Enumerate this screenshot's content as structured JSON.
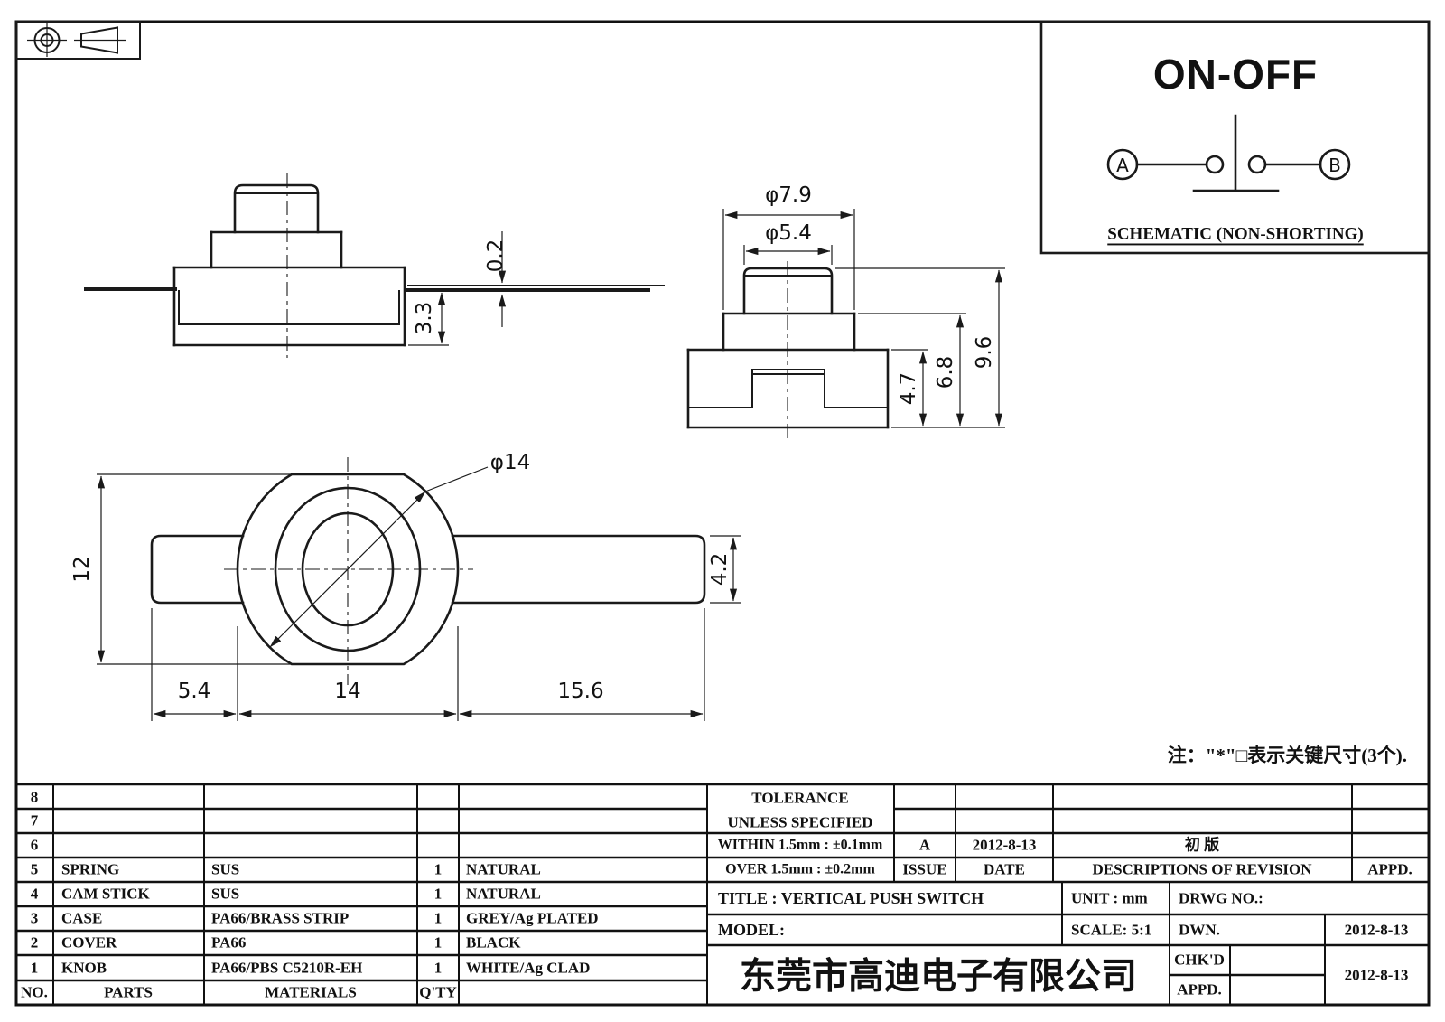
{
  "sheet": {
    "company": "东莞市高迪电子有限公司",
    "company_color": "#cc1111",
    "note": "注：\"*\"□表示关键尺寸(3个)."
  },
  "schematic": {
    "title": "ON-OFF",
    "terminal_a": "A",
    "terminal_b": "B",
    "caption": "SCHEMATIC (NON-SHORTING)"
  },
  "dims": {
    "front_gap": "0.2",
    "front_depth": "3.3",
    "side_dia_outer": "φ7.9",
    "side_dia_top": "φ5.4",
    "side_h_case": "4.7",
    "side_h_step": "6.8",
    "side_h_total": "9.6",
    "plan_width": "12",
    "plan_dia": "φ14",
    "plan_lead_w": "4.2",
    "plan_l1": "5.4",
    "plan_l2": "14",
    "plan_l3": "15.6"
  },
  "parts_table": {
    "headers": {
      "no": "NO.",
      "parts": "PARTS",
      "materials": "MATERIALS",
      "qty": "Q'TY"
    },
    "rows": [
      {
        "no": "8",
        "parts": "",
        "materials": "",
        "qty": "",
        "color": ""
      },
      {
        "no": "7",
        "parts": "",
        "materials": "",
        "qty": "",
        "color": ""
      },
      {
        "no": "6",
        "parts": "",
        "materials": "",
        "qty": "",
        "color": ""
      },
      {
        "no": "5",
        "parts": "SPRING",
        "materials": "SUS",
        "qty": "1",
        "color": "NATURAL"
      },
      {
        "no": "4",
        "parts": "CAM STICK",
        "materials": "SUS",
        "qty": "1",
        "color": "NATURAL"
      },
      {
        "no": "3",
        "parts": "CASE",
        "materials": "PA66/BRASS STRIP",
        "qty": "1",
        "color": "GREY/Ag PLATED"
      },
      {
        "no": "2",
        "parts": "COVER",
        "materials": "PA66",
        "qty": "1",
        "color": "BLACK"
      },
      {
        "no": "1",
        "parts": "KNOB",
        "materials": "PA66/PBS C5210R-EH",
        "qty": "1",
        "color": "WHITE/Ag CLAD"
      }
    ]
  },
  "tolerance_block": {
    "line1": "TOLERANCE",
    "line2": "UNLESS  SPECIFIED",
    "within": "WITHIN 1.5mm : ±0.1mm",
    "over": "OVER 1.5mm : ±0.2mm",
    "issue_value": "A",
    "issue_label": "ISSUE",
    "date_value": "2012-8-13",
    "date_label": "DATE",
    "revision_value": "初  版",
    "revision_label": "DESCRIPTIONS  OF  REVISION",
    "appd_label": "APPD."
  },
  "title_block": {
    "title": "TITLE :  VERTICAL PUSH SWITCH",
    "unit": "UNIT :  mm",
    "drwg_no": "DRWG NO.:",
    "model": "MODEL:",
    "scale": "SCALE:  5:1",
    "dwn_label": "DWN.",
    "dwn_date": "2012-8-13",
    "chkd_label": "CHK'D",
    "appd_label": "APPD.",
    "chkd_date": "2012-8-13"
  }
}
